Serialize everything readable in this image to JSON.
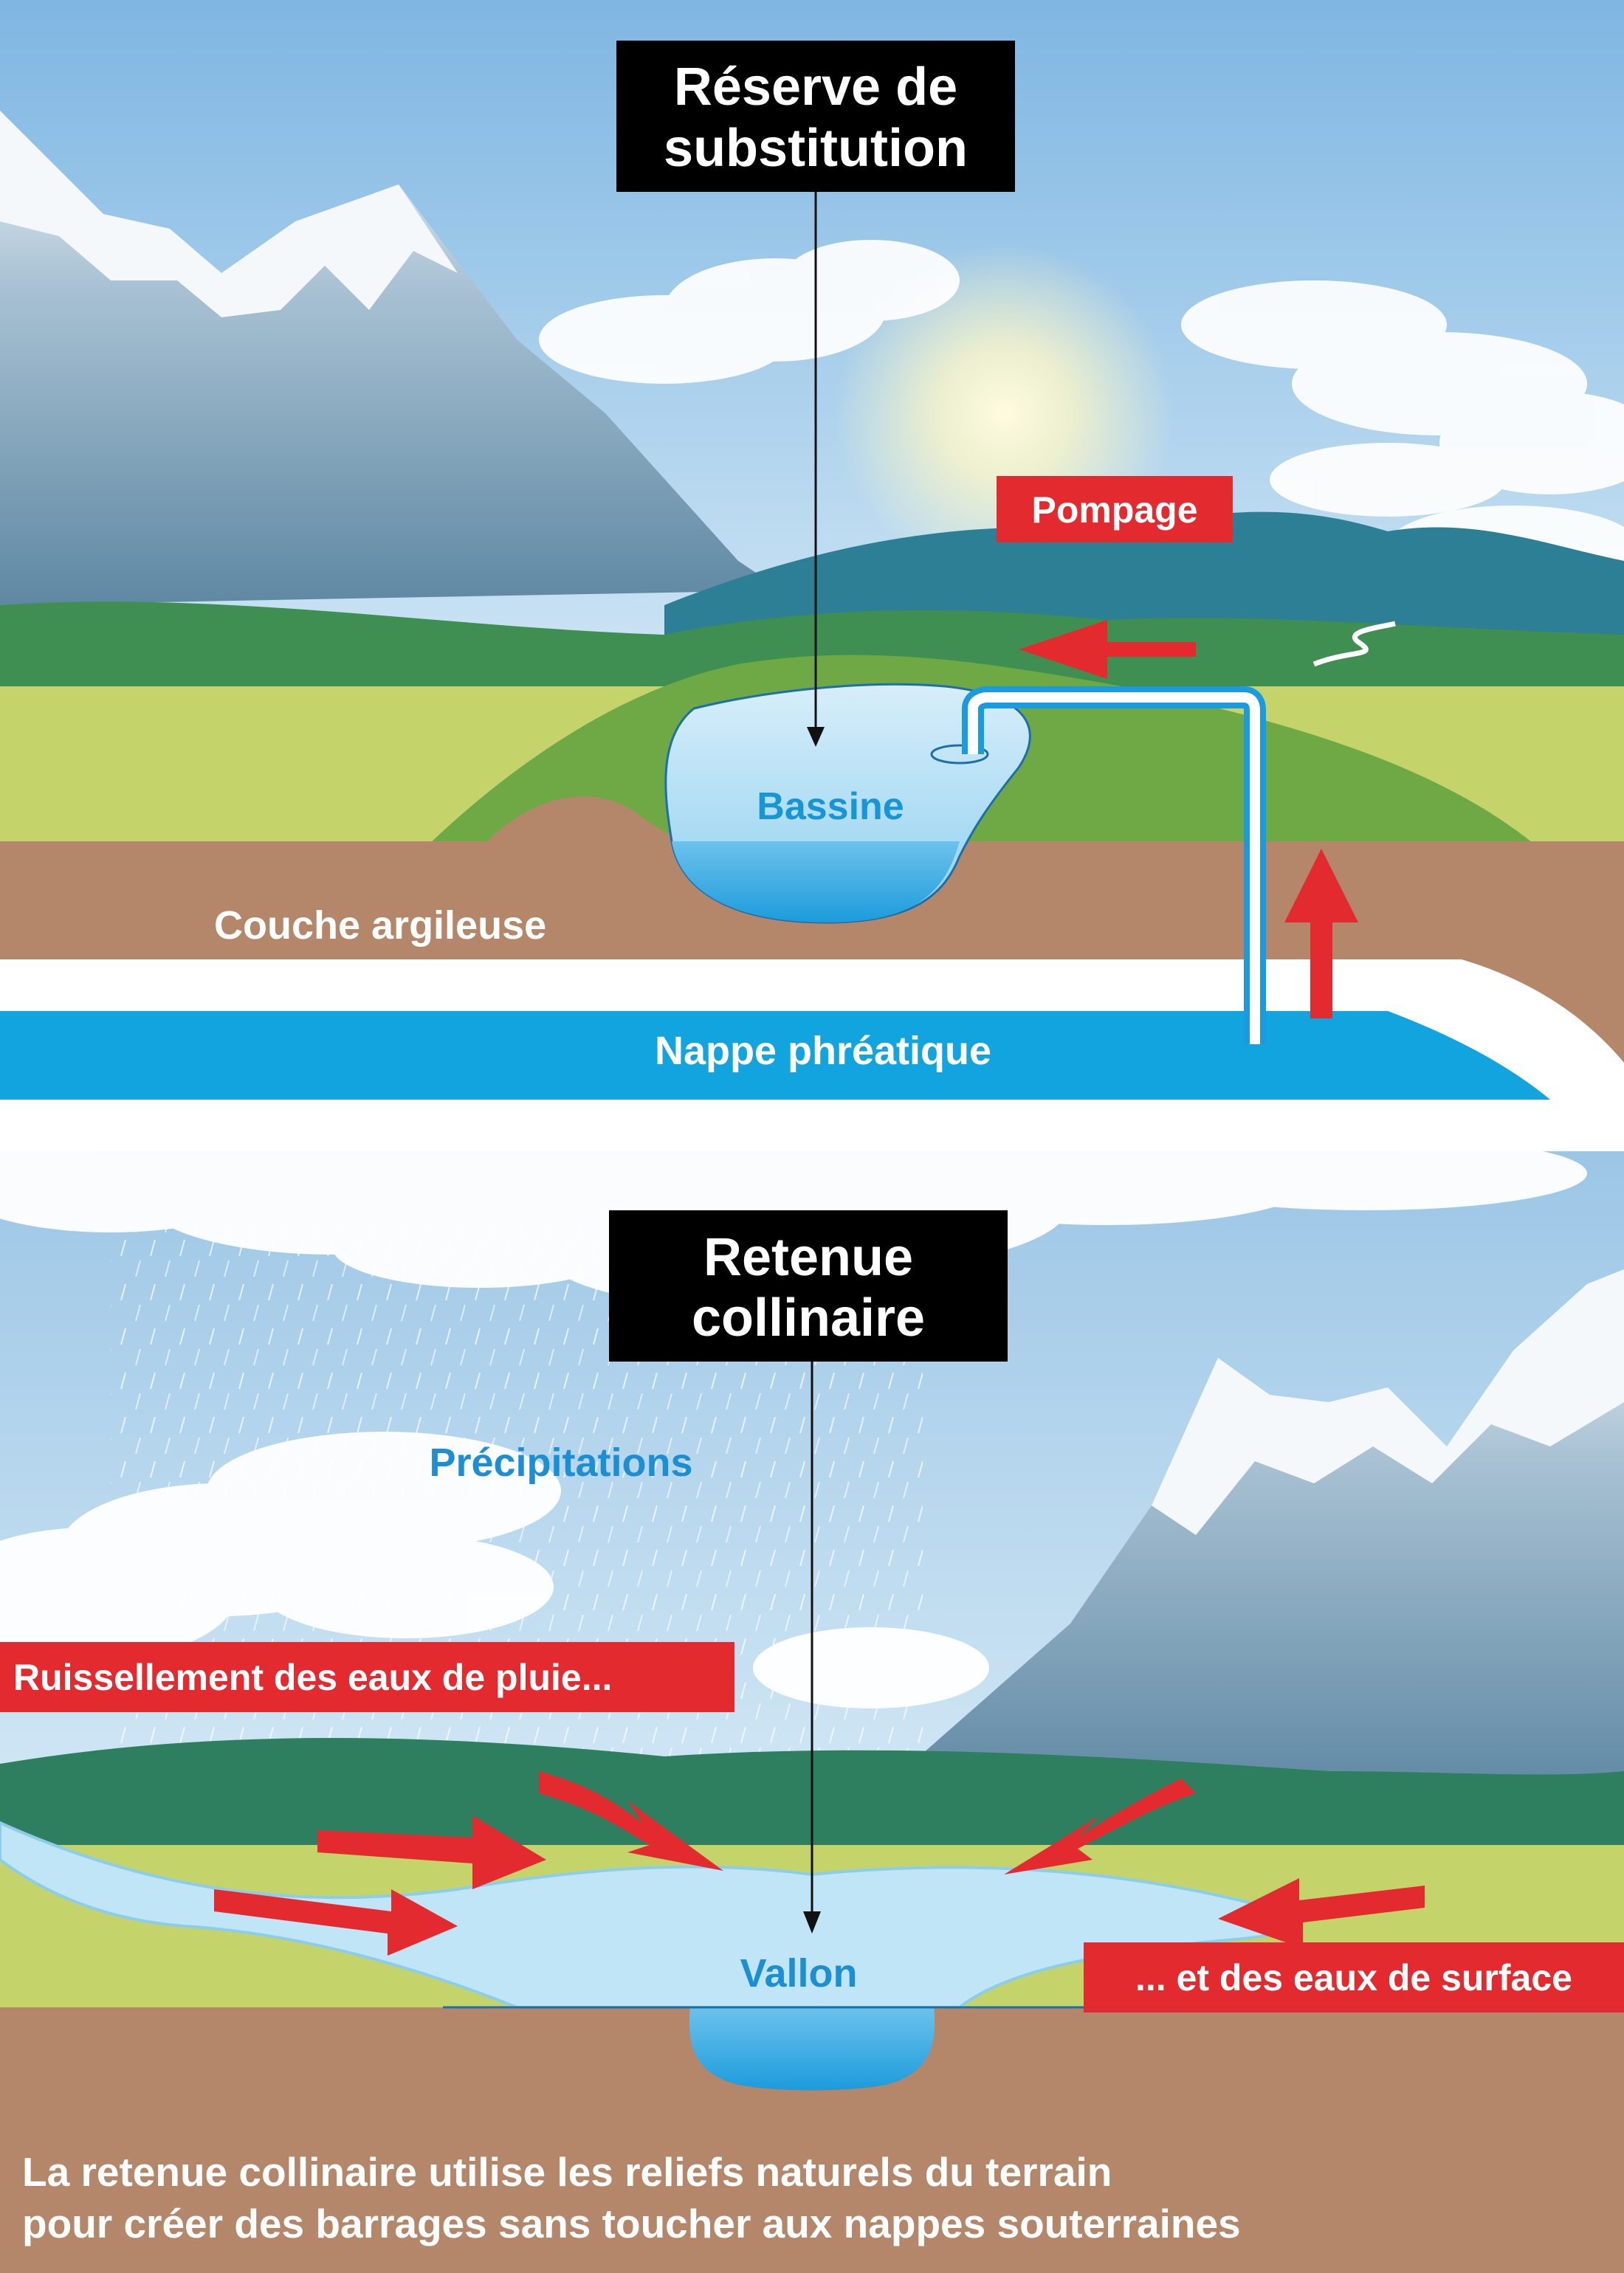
{
  "top_panel": {
    "title_line1": "Réserve de",
    "title_line2": "substitution",
    "pumping_label": "Pompage",
    "basin_label": "Bassine",
    "clay_label": "Couche argileuse",
    "aquifer_label": "Nappe phréatique"
  },
  "bottom_panel": {
    "title_line1": "Retenue",
    "title_line2": "collinaire",
    "precip_label": "Précipitations",
    "runoff_label": "Ruissellement des eaux de pluie...",
    "surface_label": "... et des eaux de surface",
    "valley_label": "Vallon",
    "caption_line1": "La retenue collinaire utilise les reliefs naturels du terrain",
    "caption_line2": "pour créer des barrages sans toucher aux nappes souterraines"
  },
  "colors": {
    "sky": "#8fc3e6",
    "grass": "#c9d86a",
    "soil": "#b5876a",
    "water": "#12a4df",
    "arrow_red": "#e32a2f",
    "label_red": "#e32a2f",
    "title_bg": "#000000"
  }
}
